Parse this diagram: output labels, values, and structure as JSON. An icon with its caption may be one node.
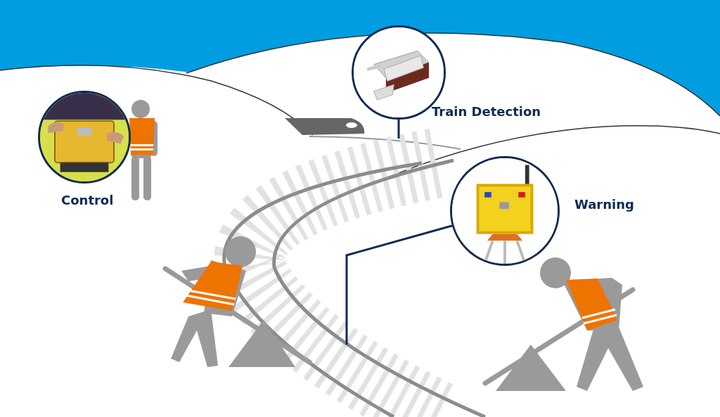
{
  "diagram": {
    "nodes": [
      {
        "text": [],
        "shape": "picture",
        "beside": [
          "Control"
        ]
      },
      {
        "text": [],
        "shape": "picture",
        "beside": [
          "Train Detection"
        ]
      },
      {
        "text": [],
        "shape": "picture",
        "beside": [
          "Warning"
        ]
      }
    ],
    "edges": [
      {
        "from": 1,
        "to": null,
        "arrow": "none"
      },
      {
        "from": 2,
        "to": null,
        "arrow": "none"
      }
    ]
  }
}
